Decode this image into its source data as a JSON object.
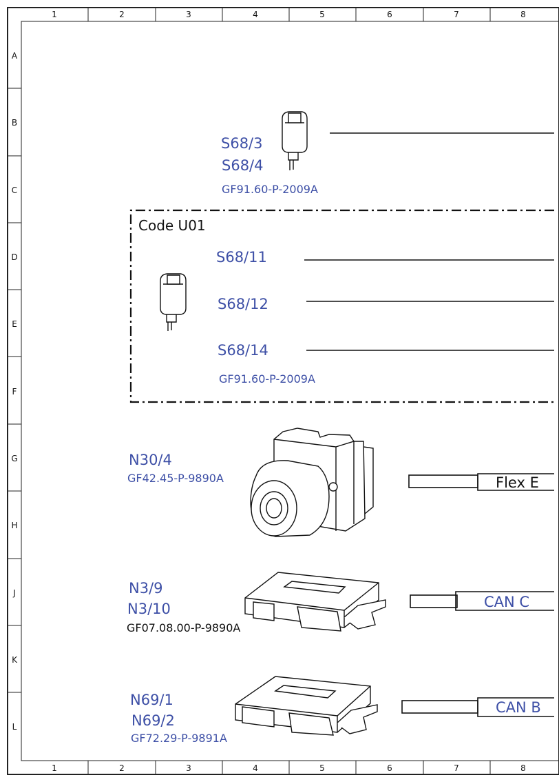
{
  "grid": {
    "columns": [
      "1",
      "2",
      "3",
      "4",
      "5",
      "6",
      "7",
      "8"
    ],
    "rows": [
      "A",
      "B",
      "C",
      "D",
      "E",
      "F",
      "G",
      "H",
      "J",
      "K",
      "L"
    ]
  },
  "components": {
    "s68_3": "S68/3",
    "s68_4": "S68/4",
    "ref_s68_top": "GF91.60-P-2009A",
    "code_label": "Code U01",
    "s68_11": "S68/11",
    "s68_12": "S68/12",
    "s68_14": "S68/14",
    "ref_s68_code": "GF91.60-P-2009A",
    "n30_4": "N30/4",
    "ref_n30_4": "GF42.45-P-9890A",
    "n3_9": "N3/9",
    "n3_10": "N3/10",
    "ref_n3": "GF07.08.00-P-9890A",
    "n69_1": "N69/1",
    "n69_2": "N69/2",
    "ref_n69": "GF72.29-P-9891A"
  },
  "buses": {
    "flex_e": "Flex E",
    "can_c": "CAN C",
    "can_b": "CAN B"
  },
  "colors": {
    "label_blue": "#3d4fa6",
    "line": "#111111"
  }
}
